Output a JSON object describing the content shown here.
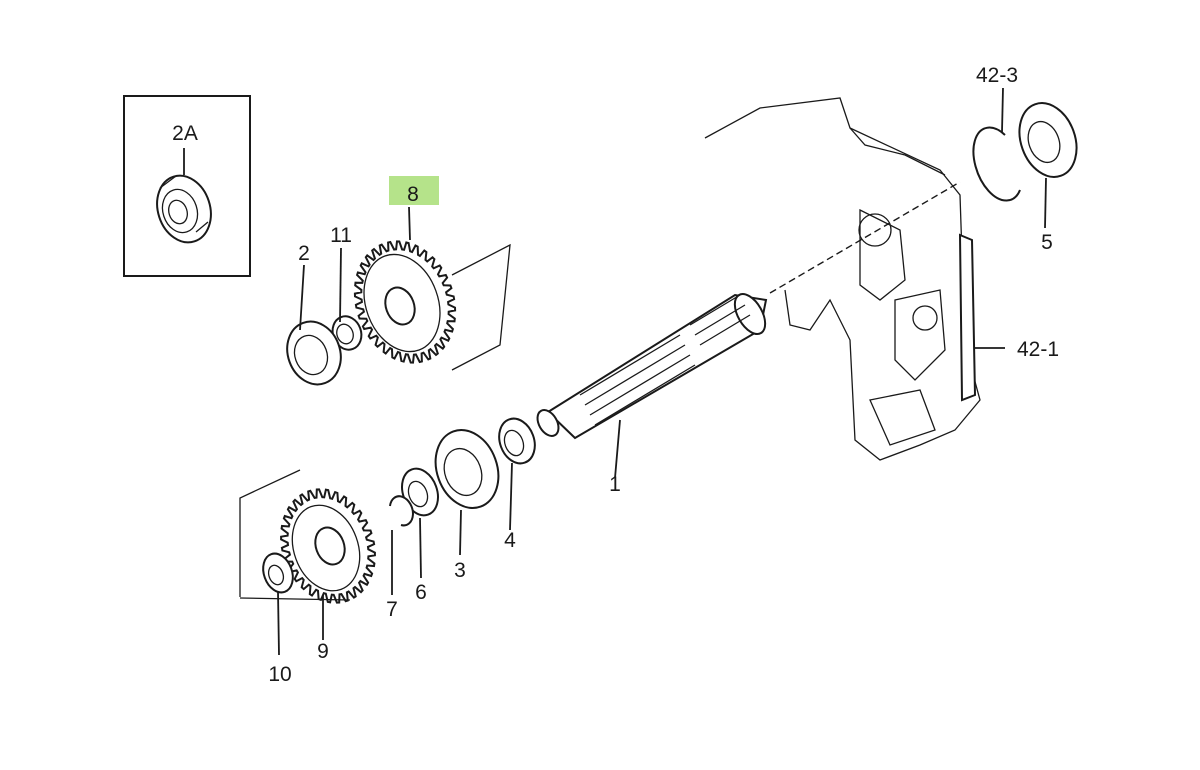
{
  "diagram": {
    "highlight_color": "#b5e38a",
    "line_color": "#1a1a1a",
    "callouts": [
      {
        "id": "2A",
        "label": "2A"
      },
      {
        "id": "8",
        "label": "8",
        "highlighted": true
      },
      {
        "id": "11",
        "label": "11"
      },
      {
        "id": "2",
        "label": "2"
      },
      {
        "id": "1",
        "label": "1"
      },
      {
        "id": "3",
        "label": "3"
      },
      {
        "id": "4",
        "label": "4"
      },
      {
        "id": "5",
        "label": "5"
      },
      {
        "id": "6",
        "label": "6"
      },
      {
        "id": "7",
        "label": "7"
      },
      {
        "id": "9",
        "label": "9"
      },
      {
        "id": "10",
        "label": "10"
      },
      {
        "id": "42-1",
        "label": "42-1"
      },
      {
        "id": "42-3",
        "label": "42-3"
      }
    ]
  }
}
